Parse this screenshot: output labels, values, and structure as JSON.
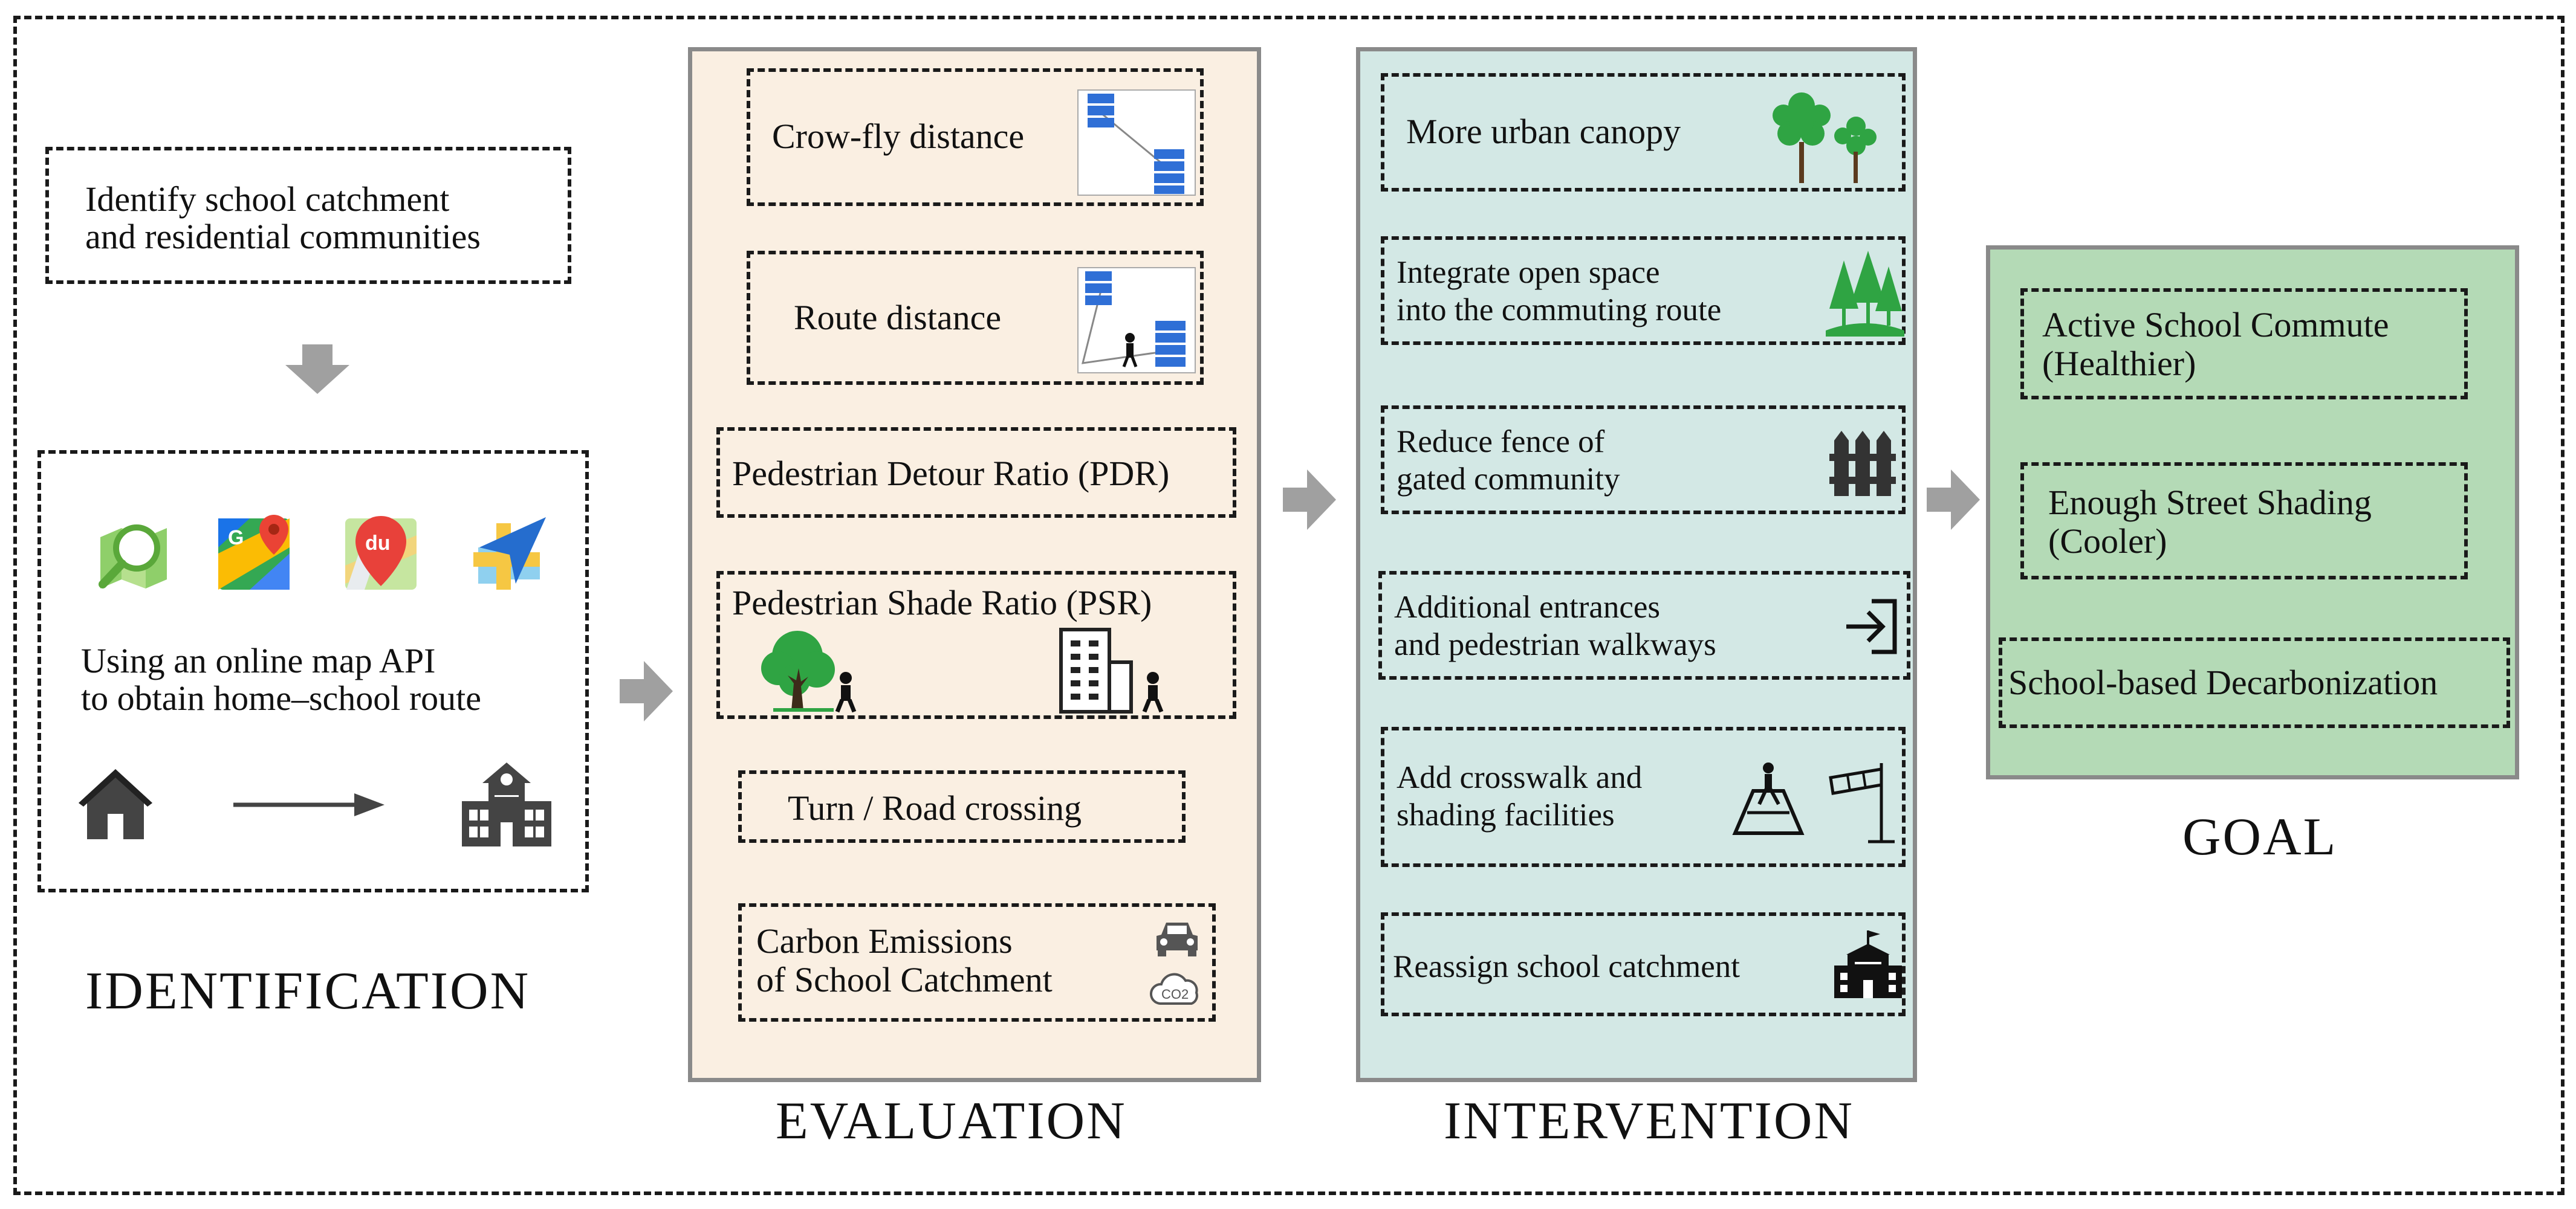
{
  "identification": {
    "step1": [
      "Identify school catchment",
      "and residential communities"
    ],
    "step2": [
      "Using an online map API",
      "to obtain home–school route"
    ],
    "map_icons": [
      "magnifier-map-icon",
      "google-maps-icon",
      "baidu-map-icon",
      "map-navigation-icon"
    ],
    "route_icons": [
      "home-icon",
      "arrow-icon",
      "school-icon"
    ],
    "title": "IDENTIFICATION"
  },
  "evaluation": {
    "items": [
      [
        "Crow-fly distance"
      ],
      [
        "Route distance"
      ],
      [
        "Pedestrian Detour Ratio (PDR)"
      ],
      [
        "Pedestrian Shade Ratio (PSR)"
      ],
      [
        "Turn / Road crossing"
      ],
      [
        "Carbon Emissions",
        "of School Catchment"
      ]
    ],
    "co2_glyph": "CO2",
    "title": "EVALUATION"
  },
  "intervention": {
    "items": [
      [
        "More urban canopy"
      ],
      [
        "Integrate open space",
        "into the commuting route"
      ],
      [
        "Reduce fence of",
        "gated community"
      ],
      [
        "Additional entrances",
        "and pedestrian walkways"
      ],
      [
        "Add crosswalk and",
        "shading facilities"
      ],
      [
        "Reassign school catchment"
      ]
    ],
    "title": "INTERVENTION"
  },
  "goal": {
    "items": [
      [
        "Active School Commute",
        "(Healthier)"
      ],
      [
        "Enough Street Shading",
        "(Cooler)"
      ],
      [
        "School-based Decarbonization"
      ]
    ],
    "title": "GOAL"
  },
  "colors": {
    "evaluation_bg": "#faefe2",
    "intervention_bg": "#d3e8e5",
    "goal_bg": "#b4dab6",
    "arrow": "#a0a0a0",
    "icon_blue": "#2f6fd6",
    "tree_green": "#2fa443"
  }
}
